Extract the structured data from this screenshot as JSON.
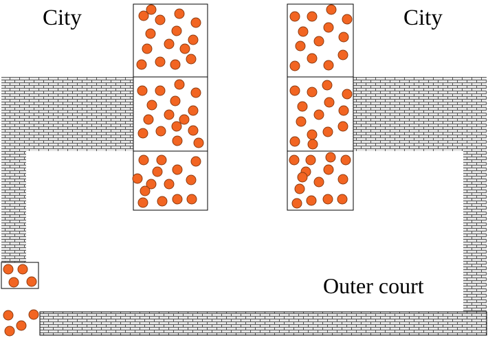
{
  "labels": {
    "city_left": "City",
    "city_right": "City",
    "outer_court": "Outer court"
  },
  "colors": {
    "wall_fill": "#e8e8e8",
    "wall_mortar": "#555555",
    "circle_fill": "#f26522",
    "circle_stroke": "#8a3a10",
    "box_stroke": "#000000"
  }
}
